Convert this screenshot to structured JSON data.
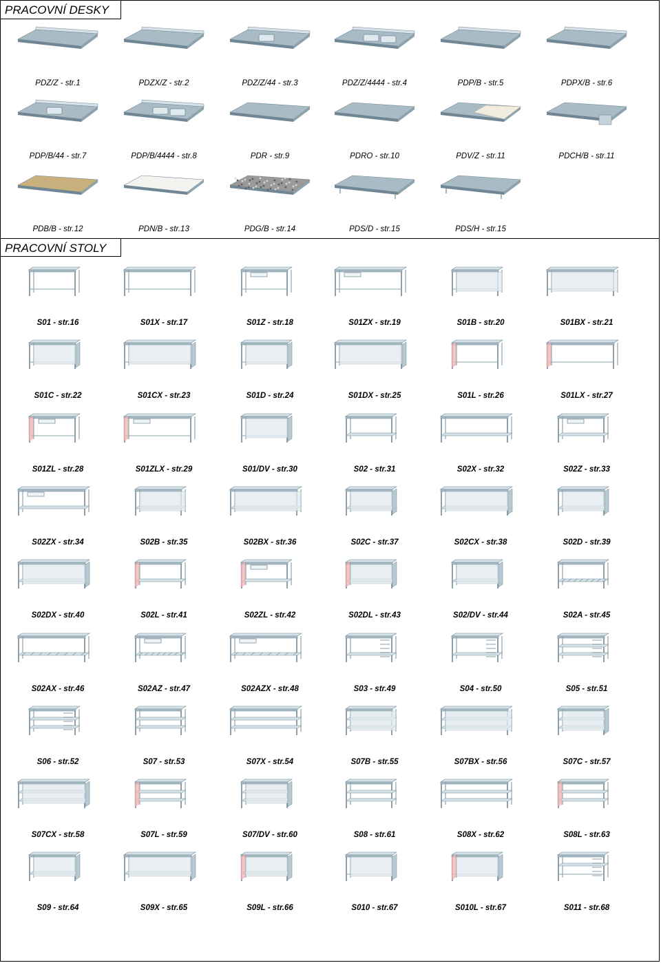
{
  "sections": {
    "desky": {
      "title": "PRACOVNÍ DESKY"
    },
    "stoly": {
      "title": "PRACOVNÍ STOLY"
    }
  },
  "desky": [
    {
      "label": "PDZ/Z - str.1",
      "kind": "top-edge"
    },
    {
      "label": "PDZX/Z - str.2",
      "kind": "top-edge"
    },
    {
      "label": "PDZ/Z/44 - str.3",
      "kind": "sink1"
    },
    {
      "label": "PDZ/Z/4444 - str.4",
      "kind": "sink2"
    },
    {
      "label": "PDP/B - str.5",
      "kind": "top-edge"
    },
    {
      "label": "PDPX/B - str.6",
      "kind": "top-edge"
    },
    {
      "label": "PDP/B/44 - str.7",
      "kind": "sink1"
    },
    {
      "label": "PDP/B/4444 - str.8",
      "kind": "sink2"
    },
    {
      "label": "PDR - str.9",
      "kind": "plain"
    },
    {
      "label": "PDRO - str.10",
      "kind": "plain"
    },
    {
      "label": "PDV/Z - str.11",
      "kind": "white-top"
    },
    {
      "label": "PDCH/B - str.11",
      "kind": "chest"
    },
    {
      "label": "PDB/B - str.12",
      "kind": "wood"
    },
    {
      "label": "PDN/B - str.13",
      "kind": "white"
    },
    {
      "label": "PDG/B - str.14",
      "kind": "granite"
    },
    {
      "label": "PDS/D - str.15",
      "kind": "shelf-d"
    },
    {
      "label": "PDS/H - str.15",
      "kind": "shelf-h"
    }
  ],
  "stoly": [
    "S01 - str.16",
    "S01X - str.17",
    "S01Z - str.18",
    "S01ZX - str.19",
    "S01B - str.20",
    "S01BX - str.21",
    "S01C - str.22",
    "S01CX - str.23",
    "S01D - str.24",
    "S01DX - str.25",
    "S01L - str.26",
    "S01LX - str.27",
    "S01ZL - str.28",
    "S01ZLX - str.29",
    "S01/DV - str.30",
    "S02 - str.31",
    "S02X - str.32",
    "S02Z - str.33",
    "S02ZX - str.34",
    "S02B - str.35",
    "S02BX - str.36",
    "S02C - str.37",
    "S02CX - str.38",
    "S02D - str.39",
    "S02DX - str.40",
    "S02L - str.41",
    "S02ZL - str.42",
    "S02DL - str.43",
    "S02/DV - str.44",
    "S02A - str.45",
    "S02AX - str.46",
    "S02AZ - str.47",
    "S02AZX - str.48",
    "S03 - str.49",
    "S04 - str.50",
    "S05 - str.51",
    "S06 - str.52",
    "S07 - str.53",
    "S07X - str.54",
    "S07B - str.55",
    "S07BX - str.56",
    "S07C - str.57",
    "S07CX - str.58",
    "S07L - str.59",
    "S07/DV - str.60",
    "S08 - str.61",
    "S08X - str.62",
    "S08L - str.63",
    "S09 - str.64",
    "S09X - str.65",
    "S09L - str.66",
    "S010 - str.67",
    "S010L - str.67",
    "S011 - str.68"
  ],
  "colors": {
    "steel": "#a9bcc6",
    "steel_dark": "#6f8794",
    "steel_light": "#d7e2e8",
    "wood": "#c9b07c",
    "pink": "#f2b9b9"
  }
}
